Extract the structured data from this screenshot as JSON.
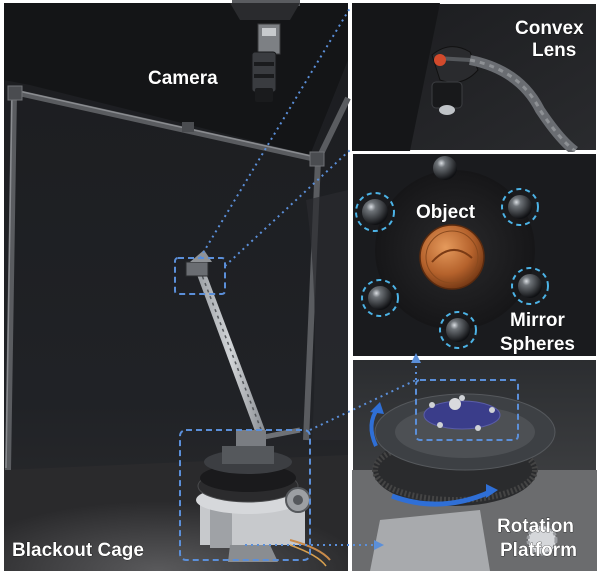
{
  "labels": {
    "camera": "Camera",
    "convex_lens_line1": "Convex",
    "convex_lens_line2": "Lens",
    "object": "Object",
    "mirror_spheres_line1": "Mirror",
    "mirror_spheres_line2": "Spheres",
    "rotation_platform_line1": "Rotation",
    "rotation_platform_line2": "Platform",
    "blackout_cage": "Blackout Cage"
  },
  "colors": {
    "callout_dash": "#5b8fd9",
    "sphere_dash": "#4cb3e6",
    "rotation_arrow": "#2f6fd6",
    "label_fill": "#ffffff",
    "panel_border": "#ffffff"
  },
  "icons": [
    "camera-icon",
    "convex-lens-icon",
    "mirror-sphere-icon",
    "coin-icon",
    "rotation-arrow-icon"
  ]
}
